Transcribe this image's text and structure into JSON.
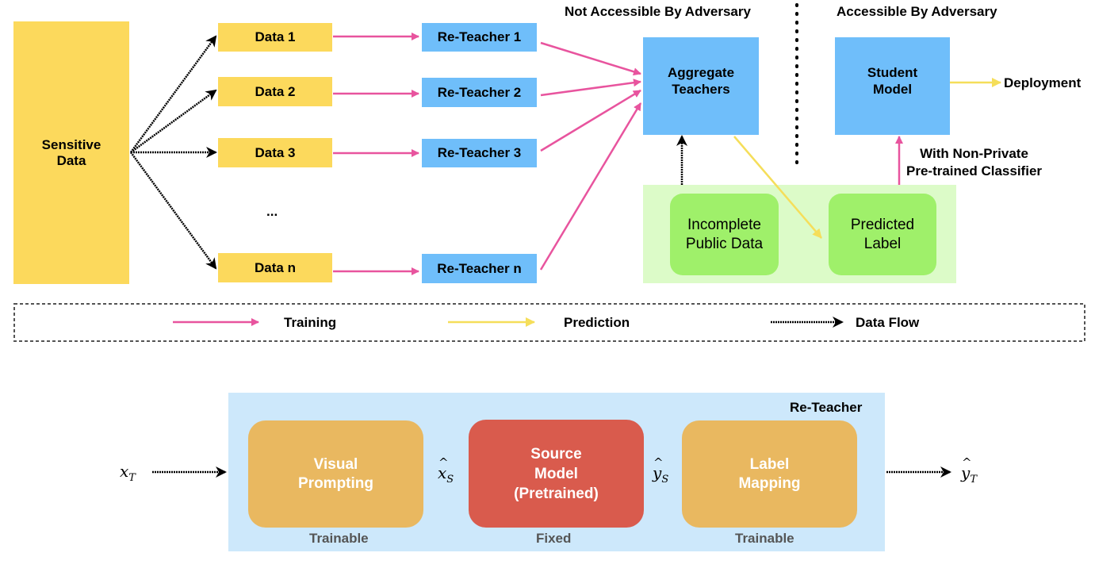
{
  "top": {
    "sensitive_data": "Sensitive\nData",
    "data_boxes": [
      "Data 1",
      "Data 2",
      "Data 3",
      "Data n"
    ],
    "ellipsis": "...",
    "teachers": [
      "Re-Teacher 1",
      "Re-Teacher 2",
      "Re-Teacher 3",
      "Re-Teacher n"
    ],
    "aggregate": "Aggregate\nTeachers",
    "student": "Student\nModel",
    "deployment": "Deployment",
    "not_accessible": "Not Accessible By Adversary",
    "accessible": "Accessible By Adversary",
    "non_private": "With Non-Private\nPre-trained Classifier",
    "incomplete": "Incomplete\nPublic Data",
    "predicted": "Predicted\nLabel"
  },
  "legend": {
    "training": "Training",
    "prediction": "Prediction",
    "data_flow": "Data Flow"
  },
  "bottom": {
    "title": "Re-Teacher",
    "visual": "Visual\nPrompting",
    "source": "Source\nModel\n(Pretrained)",
    "label_mapping": "Label\nMapping",
    "trainable1": "Trainable",
    "fixed": "Fixed",
    "trainable2": "Trainable",
    "x_t": "x",
    "x_t_sub": "T",
    "x_s": "x",
    "x_s_sub": "S",
    "y_s": "y",
    "y_s_sub": "S",
    "y_t": "y",
    "y_t_sub": "T"
  },
  "colors": {
    "data_yellow": "#fcd95c",
    "teacher_blue": "#6fbefa",
    "public_green_bg": "#dcfbc8",
    "public_green": "#9ff06a",
    "training_pink": "#e8549e",
    "prediction_yellow": "#f5de5a",
    "flow_black": "#000000",
    "reteacher_bg": "#cde8fb",
    "orange": "#e9b860",
    "red": "#d95b4d"
  }
}
